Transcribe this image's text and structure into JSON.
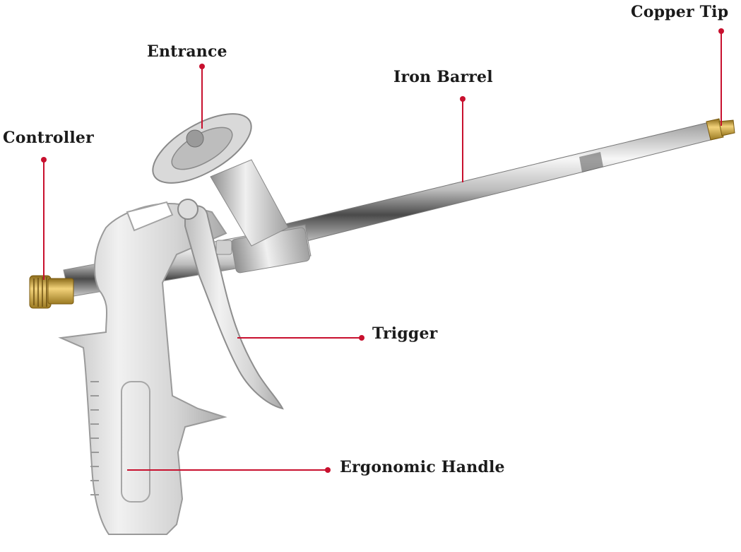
{
  "labels": {
    "copper_tip": "Copper Tip",
    "entrance": "Entrance",
    "iron_barrel": "Iron Barrel",
    "controller": "Controller",
    "trigger": "Trigger",
    "ergonomic_handle": "Ergonomic Handle"
  },
  "colors": {
    "leader_line": "#c8102e",
    "brass": "#c9a23a",
    "metal_light": "#e4e4e4",
    "metal_dark": "#8a8a8a"
  }
}
